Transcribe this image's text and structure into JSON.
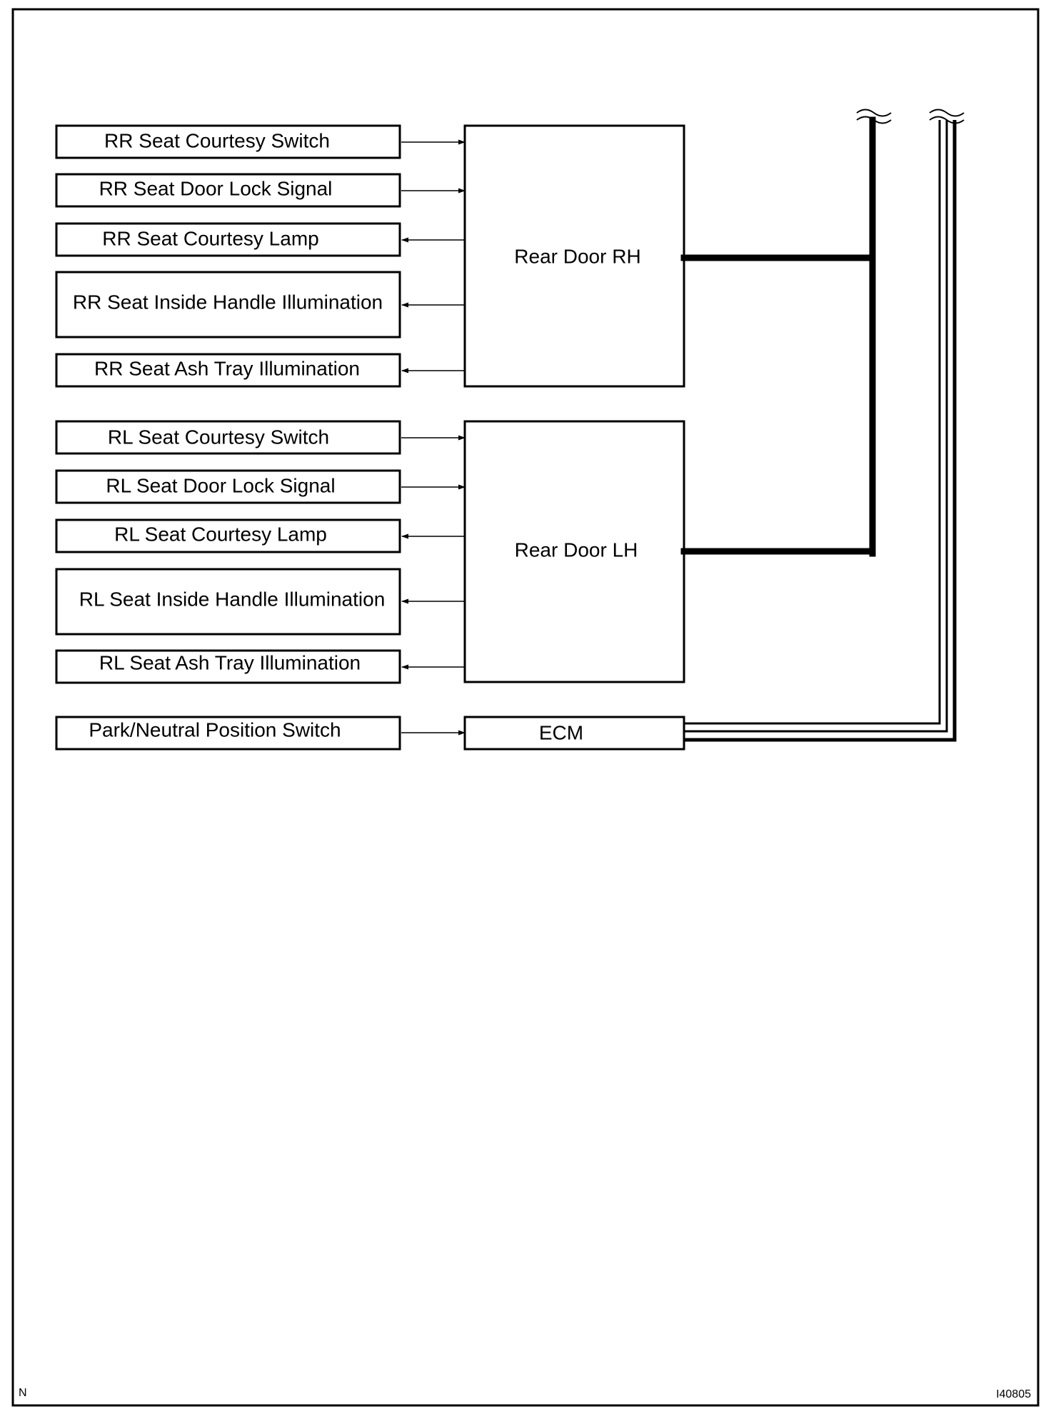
{
  "diagram": {
    "inputs_rh": [
      {
        "label": "RR Seat Courtesy Switch",
        "direction": "to-module"
      },
      {
        "label": "RR Seat Door Lock Signal",
        "direction": "to-module"
      },
      {
        "label": "RR Seat Courtesy Lamp",
        "direction": "from-module"
      },
      {
        "label": "RR Seat Inside Handle Illumination",
        "direction": "from-module"
      },
      {
        "label": "RR Seat Ash Tray Illumination",
        "direction": "from-module"
      }
    ],
    "inputs_lh": [
      {
        "label": "RL Seat Courtesy Switch",
        "direction": "to-module"
      },
      {
        "label": "RL Seat Door Lock Signal",
        "direction": "to-module"
      },
      {
        "label": "RL Seat Courtesy Lamp",
        "direction": "from-module"
      },
      {
        "label": "RL Seat Inside Handle Illumination",
        "direction": "from-module"
      },
      {
        "label": "RL Seat Ash Tray Illumination",
        "direction": "from-module"
      }
    ],
    "input_ecm": {
      "label": "Park/Neutral Position Switch",
      "direction": "to-module"
    },
    "modules": {
      "rear_door_rh": "Rear Door RH",
      "rear_door_lh": "Rear Door LH",
      "ecm": "ECM"
    },
    "footer": {
      "left_code": "N",
      "right_code": "I40805"
    }
  }
}
